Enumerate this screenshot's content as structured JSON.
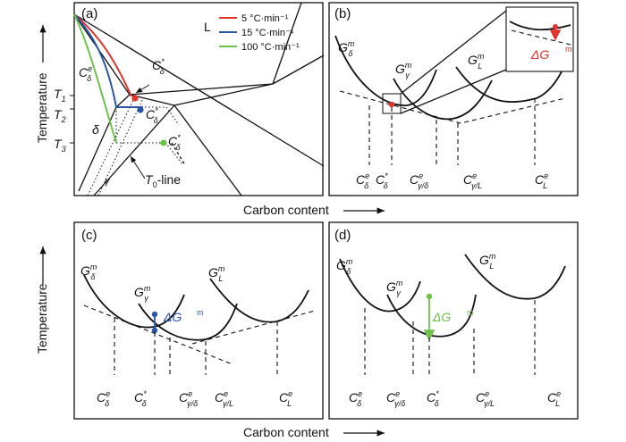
{
  "panels": {
    "a": {
      "label": "(a)",
      "phase_L": "L",
      "legend": [
        {
          "text": "5 °C·min⁻¹",
          "color": "#e0332a"
        },
        {
          "text": "15 °C·min⁻¹",
          "color": "#2a56a8"
        },
        {
          "text": "100 °C·min⁻¹",
          "color": "#6cc24a"
        }
      ],
      "C_delta_e": "C",
      "C_star": "C",
      "T1": "T",
      "T2": "T",
      "T3": "T",
      "delta": "δ",
      "gamma": "γ",
      "T0_line": "T",
      "T0_line_sub": "0",
      "T0_line_suffix": "-line"
    },
    "b": {
      "label": "(b)",
      "dG": "ΔG"
    },
    "c": {
      "label": "(c)",
      "dG": "ΔG"
    },
    "d": {
      "label": "(d)",
      "dG": "ΔG"
    }
  },
  "axis": {
    "temperature": "Temperature",
    "carbon": "Carbon content"
  },
  "colors": {
    "red": "#e0332a",
    "blue": "#2a56a8",
    "green": "#6cc24a",
    "line": "#111111"
  }
}
